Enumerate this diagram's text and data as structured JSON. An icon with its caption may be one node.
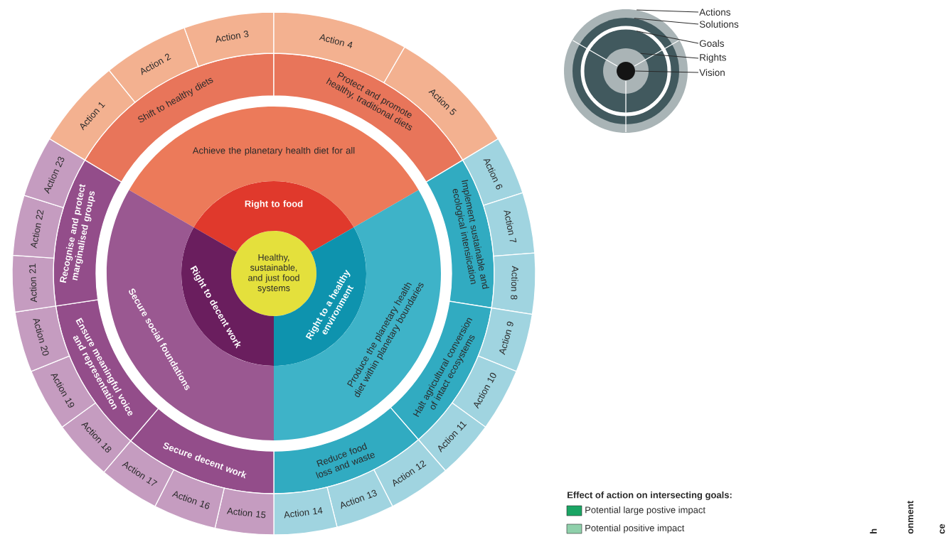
{
  "diagram": {
    "nodes": [
      {
        "text": [
          "Healthy, sustainable, and just food systems"
        ]
      },
      {
        "text": [
          "Right to food"
        ]
      },
      {
        "text": [
          "Right to decent work"
        ]
      },
      {
        "text": [
          "Right to a healthy environment"
        ]
      },
      {
        "text": [
          "Achieve the planetary health diet for all"
        ]
      },
      {
        "text": [
          "Secure social foundations"
        ]
      },
      {
        "text": [
          "Produce the planetary health diet within planetary boundaries"
        ]
      },
      {
        "text": [
          "Shift to healthy diets"
        ]
      },
      {
        "text": [
          "Protect and promote healthy, traditional diets"
        ]
      },
      {
        "text": [
          "Implement sustainable and ecological intensiication"
        ]
      },
      {
        "text": [
          "Halt agricultural conversion of intact ecosystems"
        ]
      },
      {
        "text": [
          "Reduce food loss and waste"
        ]
      },
      {
        "text": [
          "Secure decent work"
        ]
      },
      {
        "text": [
          "Ensure meaningful voice and representation"
        ]
      },
      {
        "text": [
          "Recognise and protect marginalised groups"
        ]
      },
      {
        "text": [
          "Action 1"
        ]
      },
      {
        "text": [
          "Action 2"
        ]
      },
      {
        "text": [
          "Action 3"
        ]
      },
      {
        "text": [
          "Action 4"
        ]
      },
      {
        "text": [
          "Action 5"
        ]
      },
      {
        "text": [
          "Action 6"
        ]
      },
      {
        "text": [
          "Action 7"
        ]
      },
      {
        "text": [
          "Action 8"
        ]
      },
      {
        "text": [
          "Action 9"
        ]
      },
      {
        "text": [
          "Action 10"
        ]
      },
      {
        "text": [
          "Action 11"
        ]
      },
      {
        "text": [
          "Action 12"
        ]
      },
      {
        "text": [
          "Action 13"
        ]
      },
      {
        "text": [
          "Action 14"
        ]
      },
      {
        "text": [
          "Action 15"
        ]
      },
      {
        "text": [
          "Action 16"
        ]
      },
      {
        "text": [
          "Action 17"
        ]
      },
      {
        "text": [
          "Action 18"
        ]
      },
      {
        "text": [
          "Action 19"
        ]
      },
      {
        "text": [
          "Action 20"
        ]
      },
      {
        "text": [
          "Action 21"
        ]
      },
      {
        "text": [
          "Action 22"
        ]
      },
      {
        "text": [
          "Action 23"
        ]
      },
      {
        "text": [],
        "shape": "circle"
      },
      {
        "text": [],
        "shape": "circle",
        "in": 38
      },
      {
        "text": [],
        "shape": "circle",
        "in": 39
      },
      {
        "text": [],
        "shape": "circle",
        "in": 40
      },
      {
        "text": [],
        "shape": "circle",
        "in": 41
      },
      {
        "text": [
          "Actions"
        ]
      },
      {
        "text": [
          "Solutions"
        ]
      },
      {
        "text": [
          "Goals"
        ]
      },
      {
        "text": [
          "Rights"
        ]
      },
      {
        "text": [
          "Vision"
        ]
      }
    ],
    "edges": [
      {
        "from": 43,
        "to": 38,
        "arrow": "none"
      },
      {
        "from": 44,
        "to": 39,
        "arrow": "none"
      },
      {
        "from": 45,
        "to": 40,
        "arrow": "none"
      },
      {
        "from": 46,
        "to": 41,
        "arrow": "none"
      },
      {
        "from": 47,
        "to": 42,
        "arrow": "none"
      }
    ],
    "labels": [
      "Effect of action on intersecting goals:",
      "h",
      "onment",
      "ce"
    ],
    "legend": [
      {
        "text": "Potential large postive impact",
        "color": "#1aa564"
      },
      {
        "text": "Potential positive impact",
        "color": "#8fd0ab"
      }
    ]
  }
}
